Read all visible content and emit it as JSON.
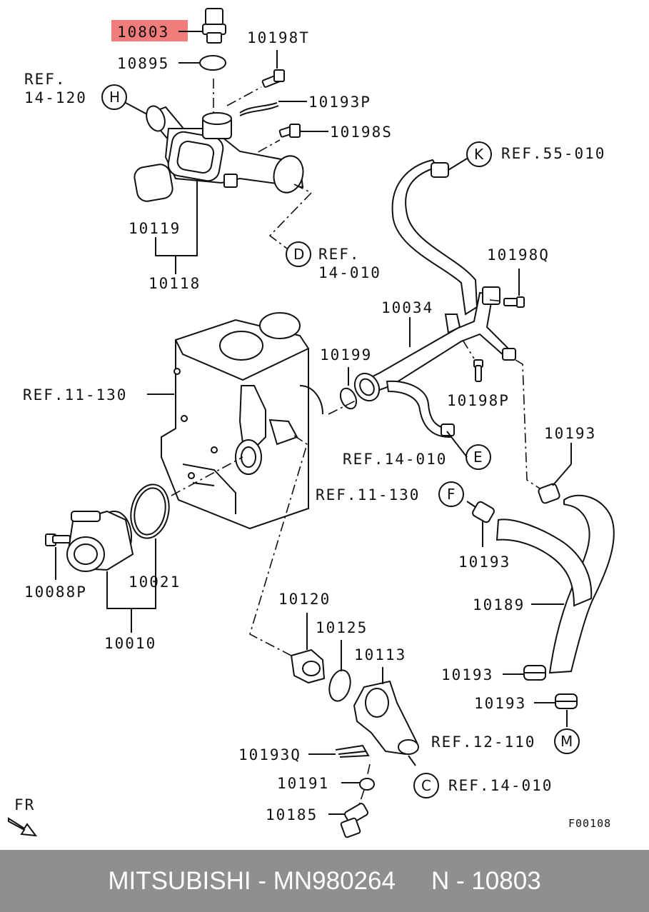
{
  "labels": {
    "p10803": "10803",
    "p10198T": "10198T",
    "p10895": "10895",
    "ref14120a": "REF.",
    "ref14120b": "14-120",
    "circleH": "H",
    "p10193P": "10193P",
    "p10198S": "10198S",
    "circleK": "K",
    "ref55010": "REF.55-010",
    "p10119": "10119",
    "p10118": "10118",
    "circleD": "D",
    "refDa": "REF.",
    "refDb": "14-010",
    "p10198Q": "10198Q",
    "p10034": "10034",
    "p10199": "10199",
    "ref11130a": "REF.11-130",
    "p10198P": "10198P",
    "ref14010e": "REF.14-010",
    "circleE": "E",
    "p10193a": "10193",
    "ref11130b": "REF.11-130",
    "circleF": "F",
    "p10193b": "10193",
    "p10088P": "10088P",
    "p10021": "10021",
    "p10010": "10010",
    "p10189": "10189",
    "p10120": "10120",
    "p10125": "10125",
    "p10113": "10113",
    "p10193c": "10193",
    "p10193d": "10193",
    "ref12110": "REF.12-110",
    "circleM": "M",
    "p10193Q": "10193Q",
    "p10191": "10191",
    "circleC": "C",
    "ref14010c": "REF.14-010",
    "p10185": "10185",
    "fr": "FR",
    "figcode": "F00108"
  },
  "highlight_color": "#f07c7c",
  "footer": {
    "brand": "MITSUBISHI - MN980264",
    "part": "N - 10803"
  }
}
